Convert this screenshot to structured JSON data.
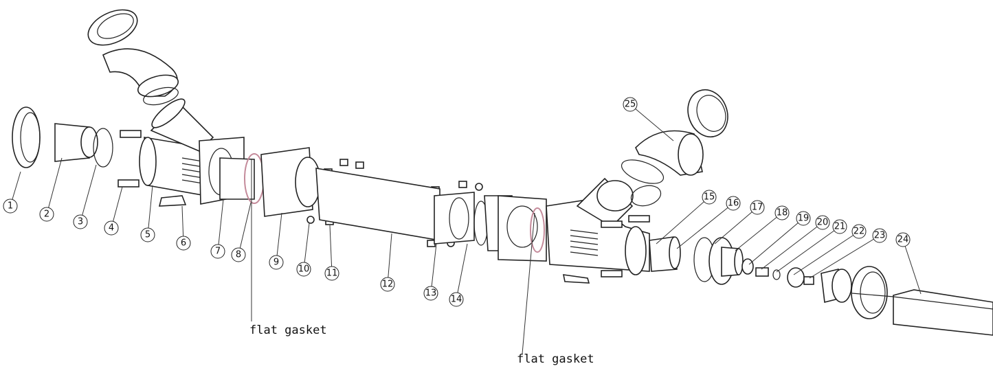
{
  "callouts": [
    "1",
    "2",
    "3",
    "4",
    "5",
    "6",
    "7",
    "8",
    "9",
    "10",
    "11",
    "12",
    "13",
    "14",
    "15",
    "16",
    "17",
    "18",
    "19",
    "20",
    "21",
    "22",
    "23",
    "24",
    "25"
  ],
  "labels": {
    "flat_gasket_left": "flat gasket",
    "flat_gasket_right": "flat gasket"
  }
}
